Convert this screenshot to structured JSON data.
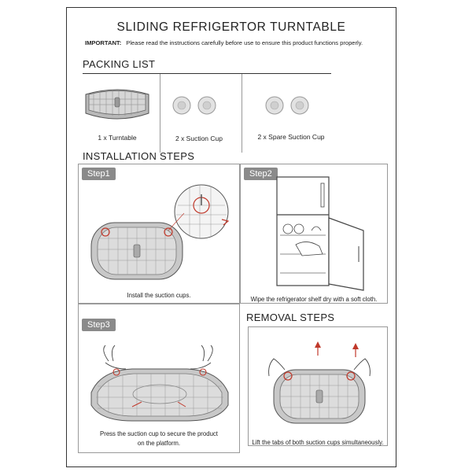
{
  "title": "SLIDING REFRIGERTOR TURNTABLE",
  "important": {
    "label": "IMPORTANT:",
    "text": "Please read the instructions carefully before use to ensure this product functions properly."
  },
  "packing_list": {
    "heading": "PACKING LIST",
    "items": [
      {
        "label": "1  x  Turntable"
      },
      {
        "label": "2  x  Suction Cup"
      },
      {
        "label": "2  x  Spare Suction Cup"
      }
    ]
  },
  "installation": {
    "heading": "INSTALLATION STEPS",
    "steps": [
      {
        "badge": "Step1",
        "caption": "Install the suction cups."
      },
      {
        "badge": "Step2",
        "caption": "Wipe the refrigerator shelf dry with a soft cloth."
      },
      {
        "badge": "Step3",
        "caption_line1": "Press the suction cup to secure the product",
        "caption_line2": "on the platform."
      }
    ]
  },
  "removal": {
    "heading": "REMOVAL STEPS",
    "caption": "Lift the tabs of both suction cups simultaneously."
  }
}
